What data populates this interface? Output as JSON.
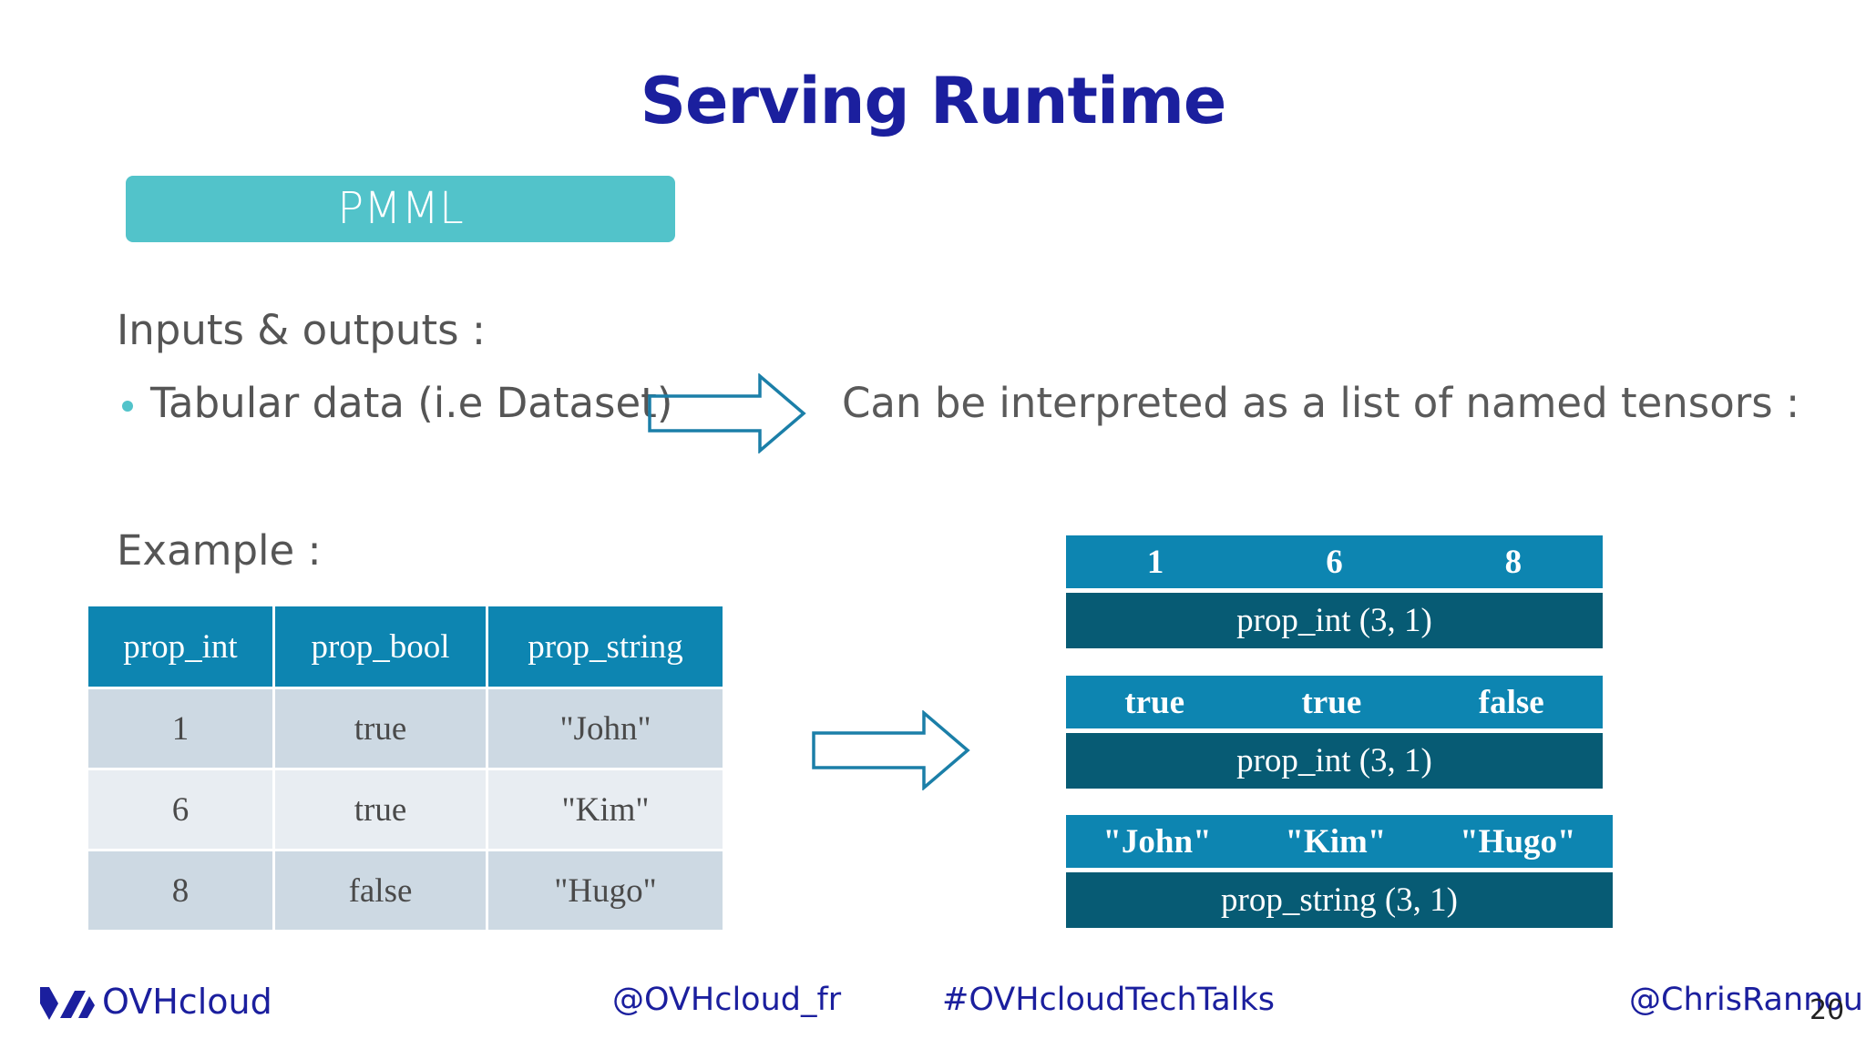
{
  "slide": {
    "title": "Serving Runtime",
    "badge": "PMML",
    "io_heading": "Inputs & outputs :",
    "bullet_text": "Tabular data (i.e Dataset)",
    "interpretation": "Can be interpreted as a list of named tensors :",
    "example_heading": "Example :",
    "page_number": "20"
  },
  "table": {
    "headers": [
      "prop_int",
      "prop_bool",
      "prop_string"
    ],
    "rows": [
      [
        "1",
        "true",
        "\"John\""
      ],
      [
        "6",
        "true",
        "\"Kim\""
      ],
      [
        "8",
        "false",
        "\"Hugo\""
      ]
    ]
  },
  "tensors": [
    {
      "values": [
        "1",
        "6",
        "8"
      ],
      "label": "prop_int (3, 1)"
    },
    {
      "values": [
        "true",
        "true",
        "false"
      ],
      "label": "prop_int (3, 1)"
    },
    {
      "values": [
        "\"John\"",
        "\"Kim\"",
        "\"Hugo\""
      ],
      "label": "prop_string (3, 1)"
    }
  ],
  "footer": {
    "logo_text": "OVHcloud",
    "handle_company": "@OVHcloud_fr",
    "hashtag": "#OVHcloudTechTalks",
    "handle_speaker": "@ChrisRannou"
  },
  "colors": {
    "title": "#1b1f9e",
    "badge": "#52c3ca",
    "table_header": "#0d85b1",
    "tensor_values": "#0d85b1",
    "tensor_label": "#075b74",
    "arrow": "#1b7fa8"
  },
  "icons": [
    "right-arrow-icon",
    "ovhcloud-logo-icon"
  ]
}
